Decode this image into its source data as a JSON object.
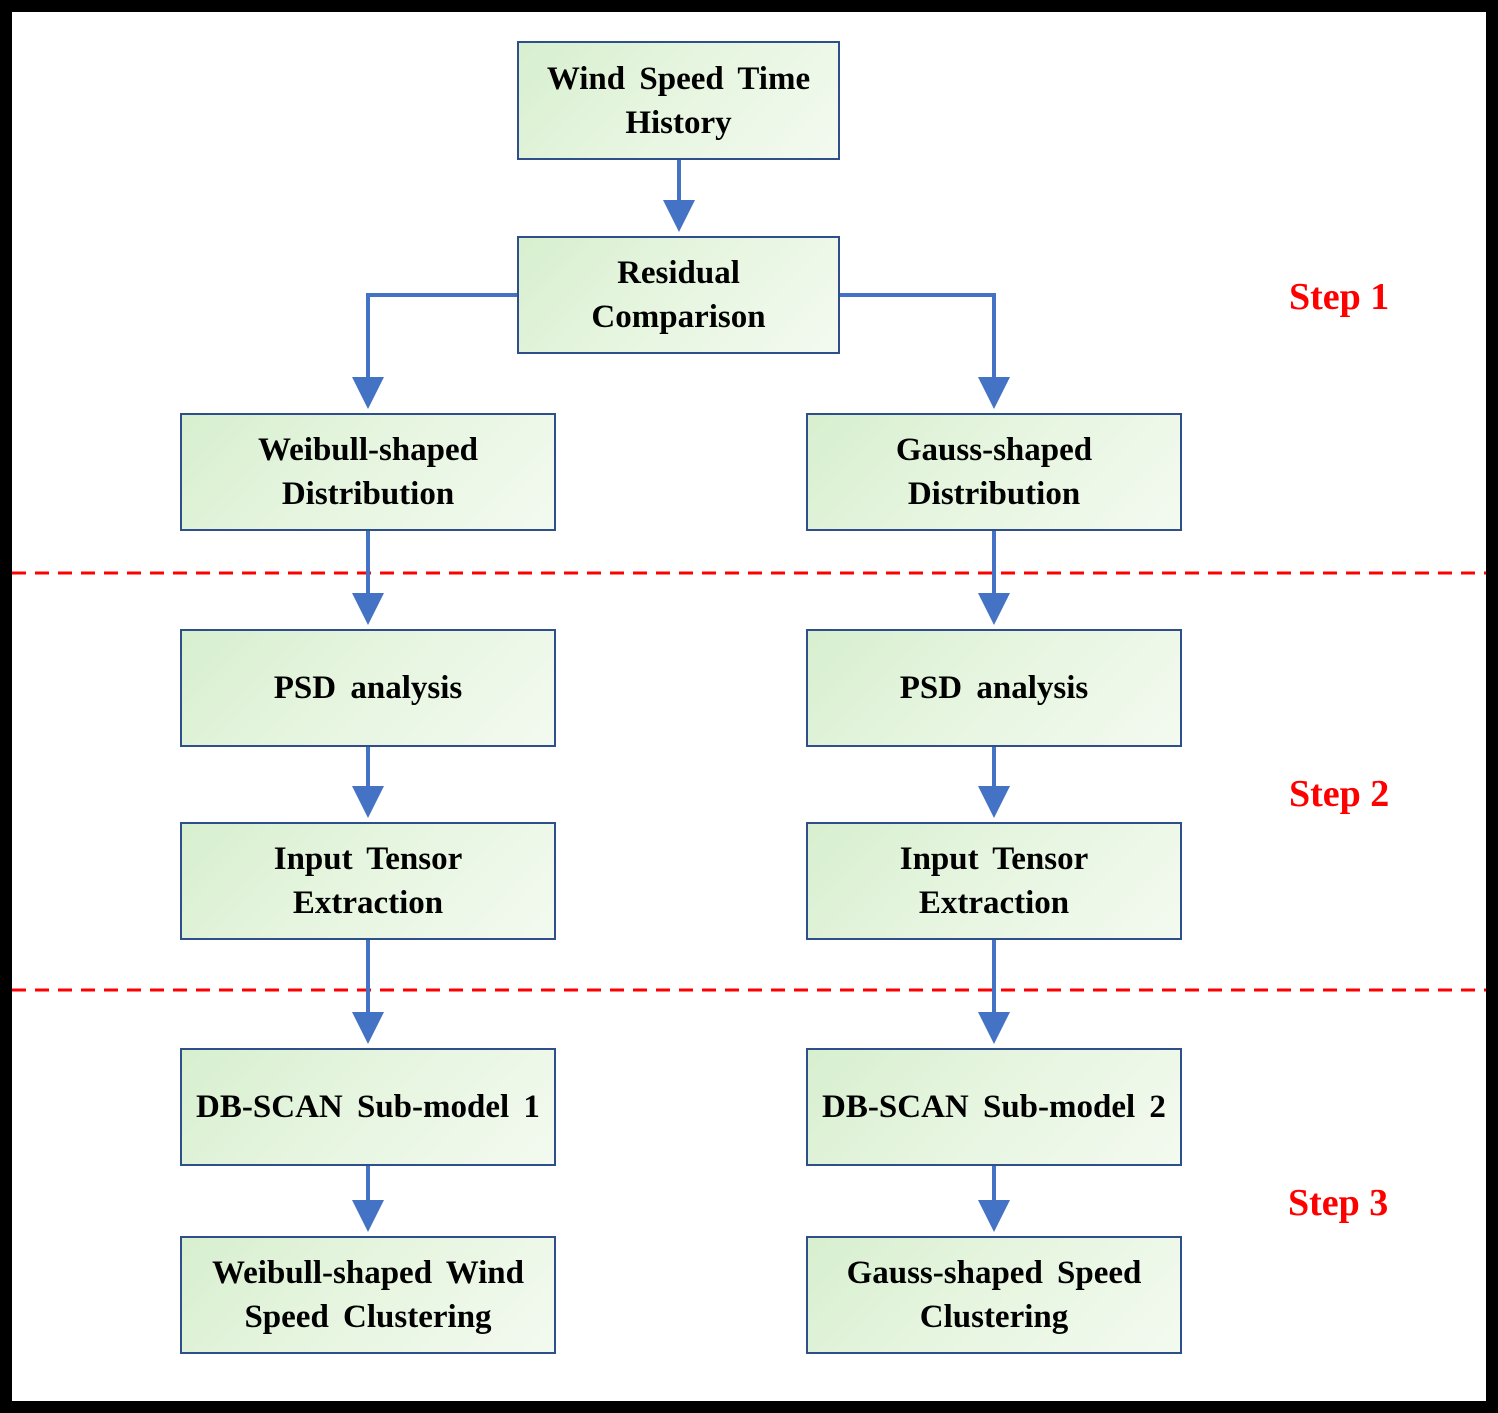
{
  "nodes": {
    "wind_speed_time_history": "Wind Speed Time History",
    "residual_comparison": "Residual Comparison",
    "weibull_distribution": "Weibull-shaped Distribution",
    "gauss_distribution": "Gauss-shaped Distribution",
    "psd_left": "PSD analysis",
    "psd_right": "PSD analysis",
    "tensor_left": "Input Tensor Extraction",
    "tensor_right": "Input Tensor Extraction",
    "dbscan_left": "DB-SCAN Sub-model 1",
    "dbscan_right": "DB-SCAN Sub-model 2",
    "cluster_left": "Weibull-shaped Wind Speed Clustering",
    "cluster_right": "Gauss-shaped Speed Clustering"
  },
  "steps": {
    "step1": "Step 1",
    "step2": "Step 2",
    "step3": "Step 3"
  },
  "colors": {
    "arrow": "#4472c4",
    "divider": "#ff0000",
    "step_label": "#ff0000",
    "box_fill": "#e2f0d9",
    "box_border": "#2f4f8a",
    "frame": "#000000"
  }
}
